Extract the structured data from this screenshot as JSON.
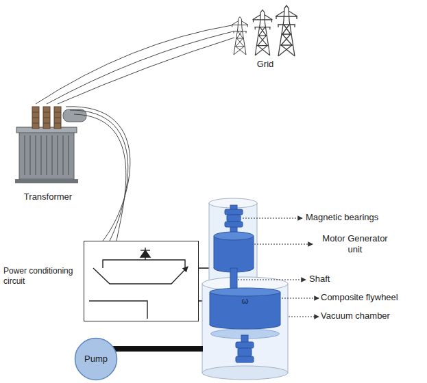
{
  "diagram": {
    "nodes": [
      {
        "text": [
          "Power conditioning circuit"
        ]
      },
      {
        "text": [
          "ω"
        ]
      },
      {
        "text": [
          "Pump"
        ]
      }
    ],
    "labels": [
      "Grid",
      "Transformer",
      "Magnetic bearings",
      "Motor Generator unit",
      "Shaft",
      "Composite flywheel",
      "Vacuum chamber"
    ]
  }
}
